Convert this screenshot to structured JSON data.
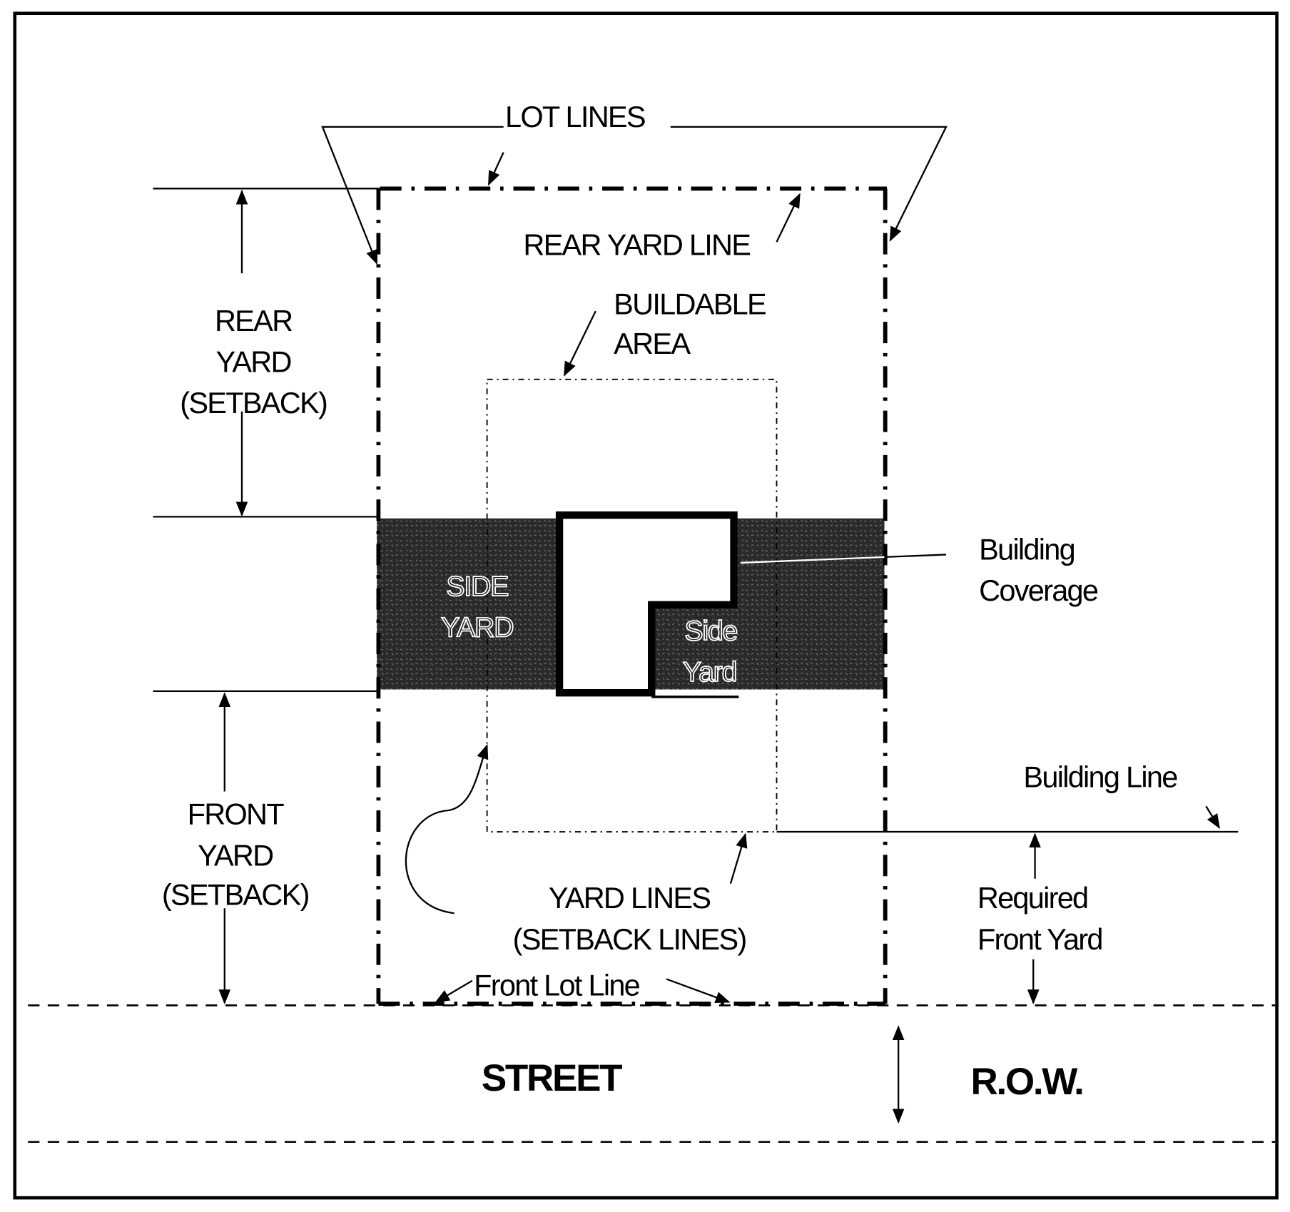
{
  "title": "Zoning lot diagram",
  "labels": {
    "lot_lines": "LOT LINES",
    "rear_yard_line": "REAR YARD LINE",
    "buildable_area": [
      "BUILDABLE",
      "AREA"
    ],
    "rear_yard": [
      "REAR",
      "YARD",
      "(SETBACK)"
    ],
    "front_yard": [
      "FRONT",
      "YARD",
      "(SETBACK)"
    ],
    "side_yard_left": [
      "SIDE",
      "YARD"
    ],
    "side_yard_right": [
      "Side",
      "Yard"
    ],
    "building_coverage": [
      "Building",
      "Coverage"
    ],
    "building_line": "Building Line",
    "required_front_yard": [
      "Required",
      "Front Yard"
    ],
    "yard_lines": [
      "YARD LINES",
      "(SETBACK LINES)"
    ],
    "front_lot_line": "Front Lot Line",
    "street": "STREET",
    "row": "R.O.W."
  },
  "colors": {
    "ink": "#000000",
    "side_yard_fill": "#2a2a2a",
    "background": "#ffffff"
  }
}
